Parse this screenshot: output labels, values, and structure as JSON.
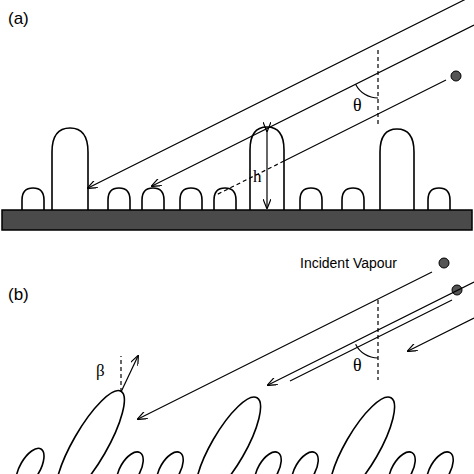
{
  "diagram": {
    "labels": [
      "(a)",
      "θ",
      "h",
      "(b)",
      "Incident Vapour",
      "β",
      "θ"
    ]
  }
}
